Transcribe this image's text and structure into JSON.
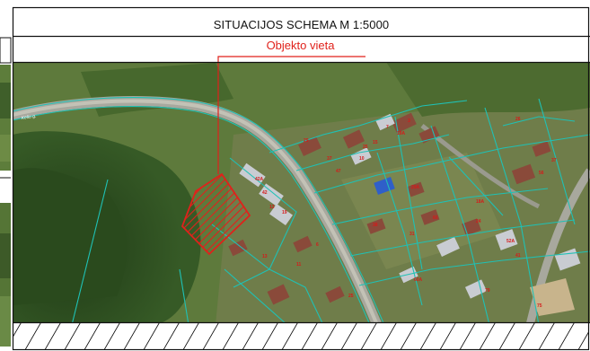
{
  "sheet": {
    "title": "SITUACIJOS SCHEMA  M 1:5000",
    "site_label": "Objekto vieta"
  },
  "map": {
    "road_label": "Kelio g.",
    "parcel_numbers": [
      "42",
      "42A",
      "13",
      "19",
      "29",
      "37",
      "47",
      "10",
      "25",
      "7",
      "15",
      "19A",
      "3",
      "29A",
      "60",
      "38",
      "31",
      "24",
      "18A",
      "56",
      "37",
      "26",
      "52A",
      "41",
      "60A",
      "79",
      "75",
      "13",
      "11",
      "6",
      "25"
    ]
  },
  "colors": {
    "frame": "#111111",
    "highlight": "#e0211b",
    "parcel_line": "#1fc1b5",
    "parcel_number": "#d61a1a",
    "road": "#9a9a92",
    "vegetation": "#2c4a1f",
    "ground": "#5e7a3c"
  }
}
